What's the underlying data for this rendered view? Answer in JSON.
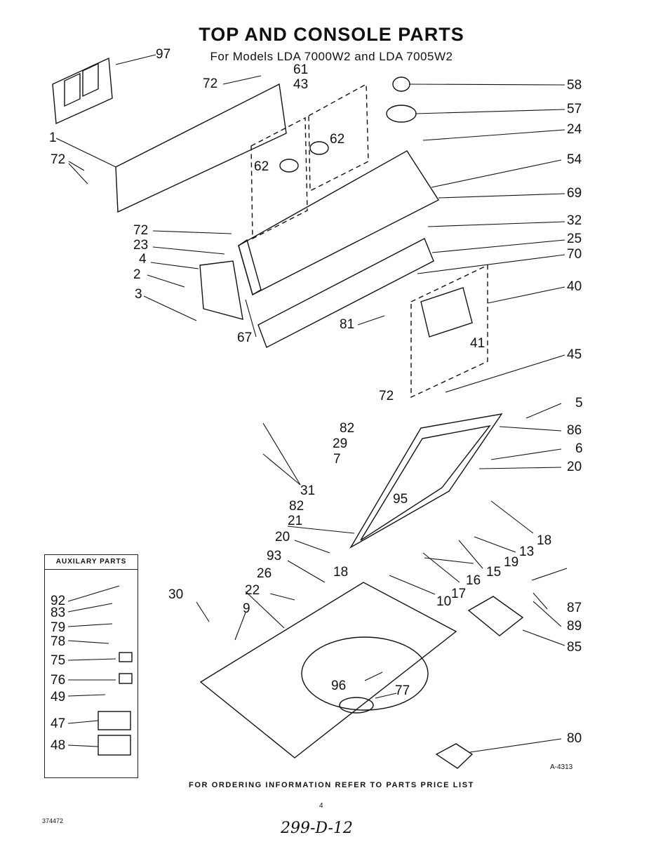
{
  "title": "TOP AND CONSOLE PARTS",
  "subtitle": "For Models LDA 7000W2 and LDA 7005W2",
  "part_numbers": [
    "97",
    "72",
    "61",
    "43",
    "58",
    "57",
    "24",
    "1",
    "62",
    "62",
    "72",
    "54",
    "69",
    "72",
    "32",
    "23",
    "25",
    "4",
    "70",
    "2",
    "40",
    "3",
    "81",
    "67",
    "41",
    "45",
    "72",
    "5",
    "82",
    "86",
    "29",
    "6",
    "7",
    "20",
    "31",
    "82",
    "95",
    "21",
    "18",
    "13",
    "20",
    "93",
    "18",
    "19",
    "15",
    "16",
    "26",
    "30",
    "22",
    "10",
    "17",
    "9",
    "87",
    "89",
    "85",
    "96",
    "77",
    "80"
  ],
  "auxiliary": {
    "title": "AUXILARY PARTS",
    "items": [
      "92",
      "83",
      "79",
      "78",
      "75",
      "76",
      "49",
      "47",
      "48"
    ]
  },
  "drawing_code": "A-4313",
  "footer": "FOR ORDERING INFORMATION REFER TO PARTS PRICE LIST",
  "doc_number": "374472",
  "page_number": "4",
  "handwritten_note": "299-D-12"
}
